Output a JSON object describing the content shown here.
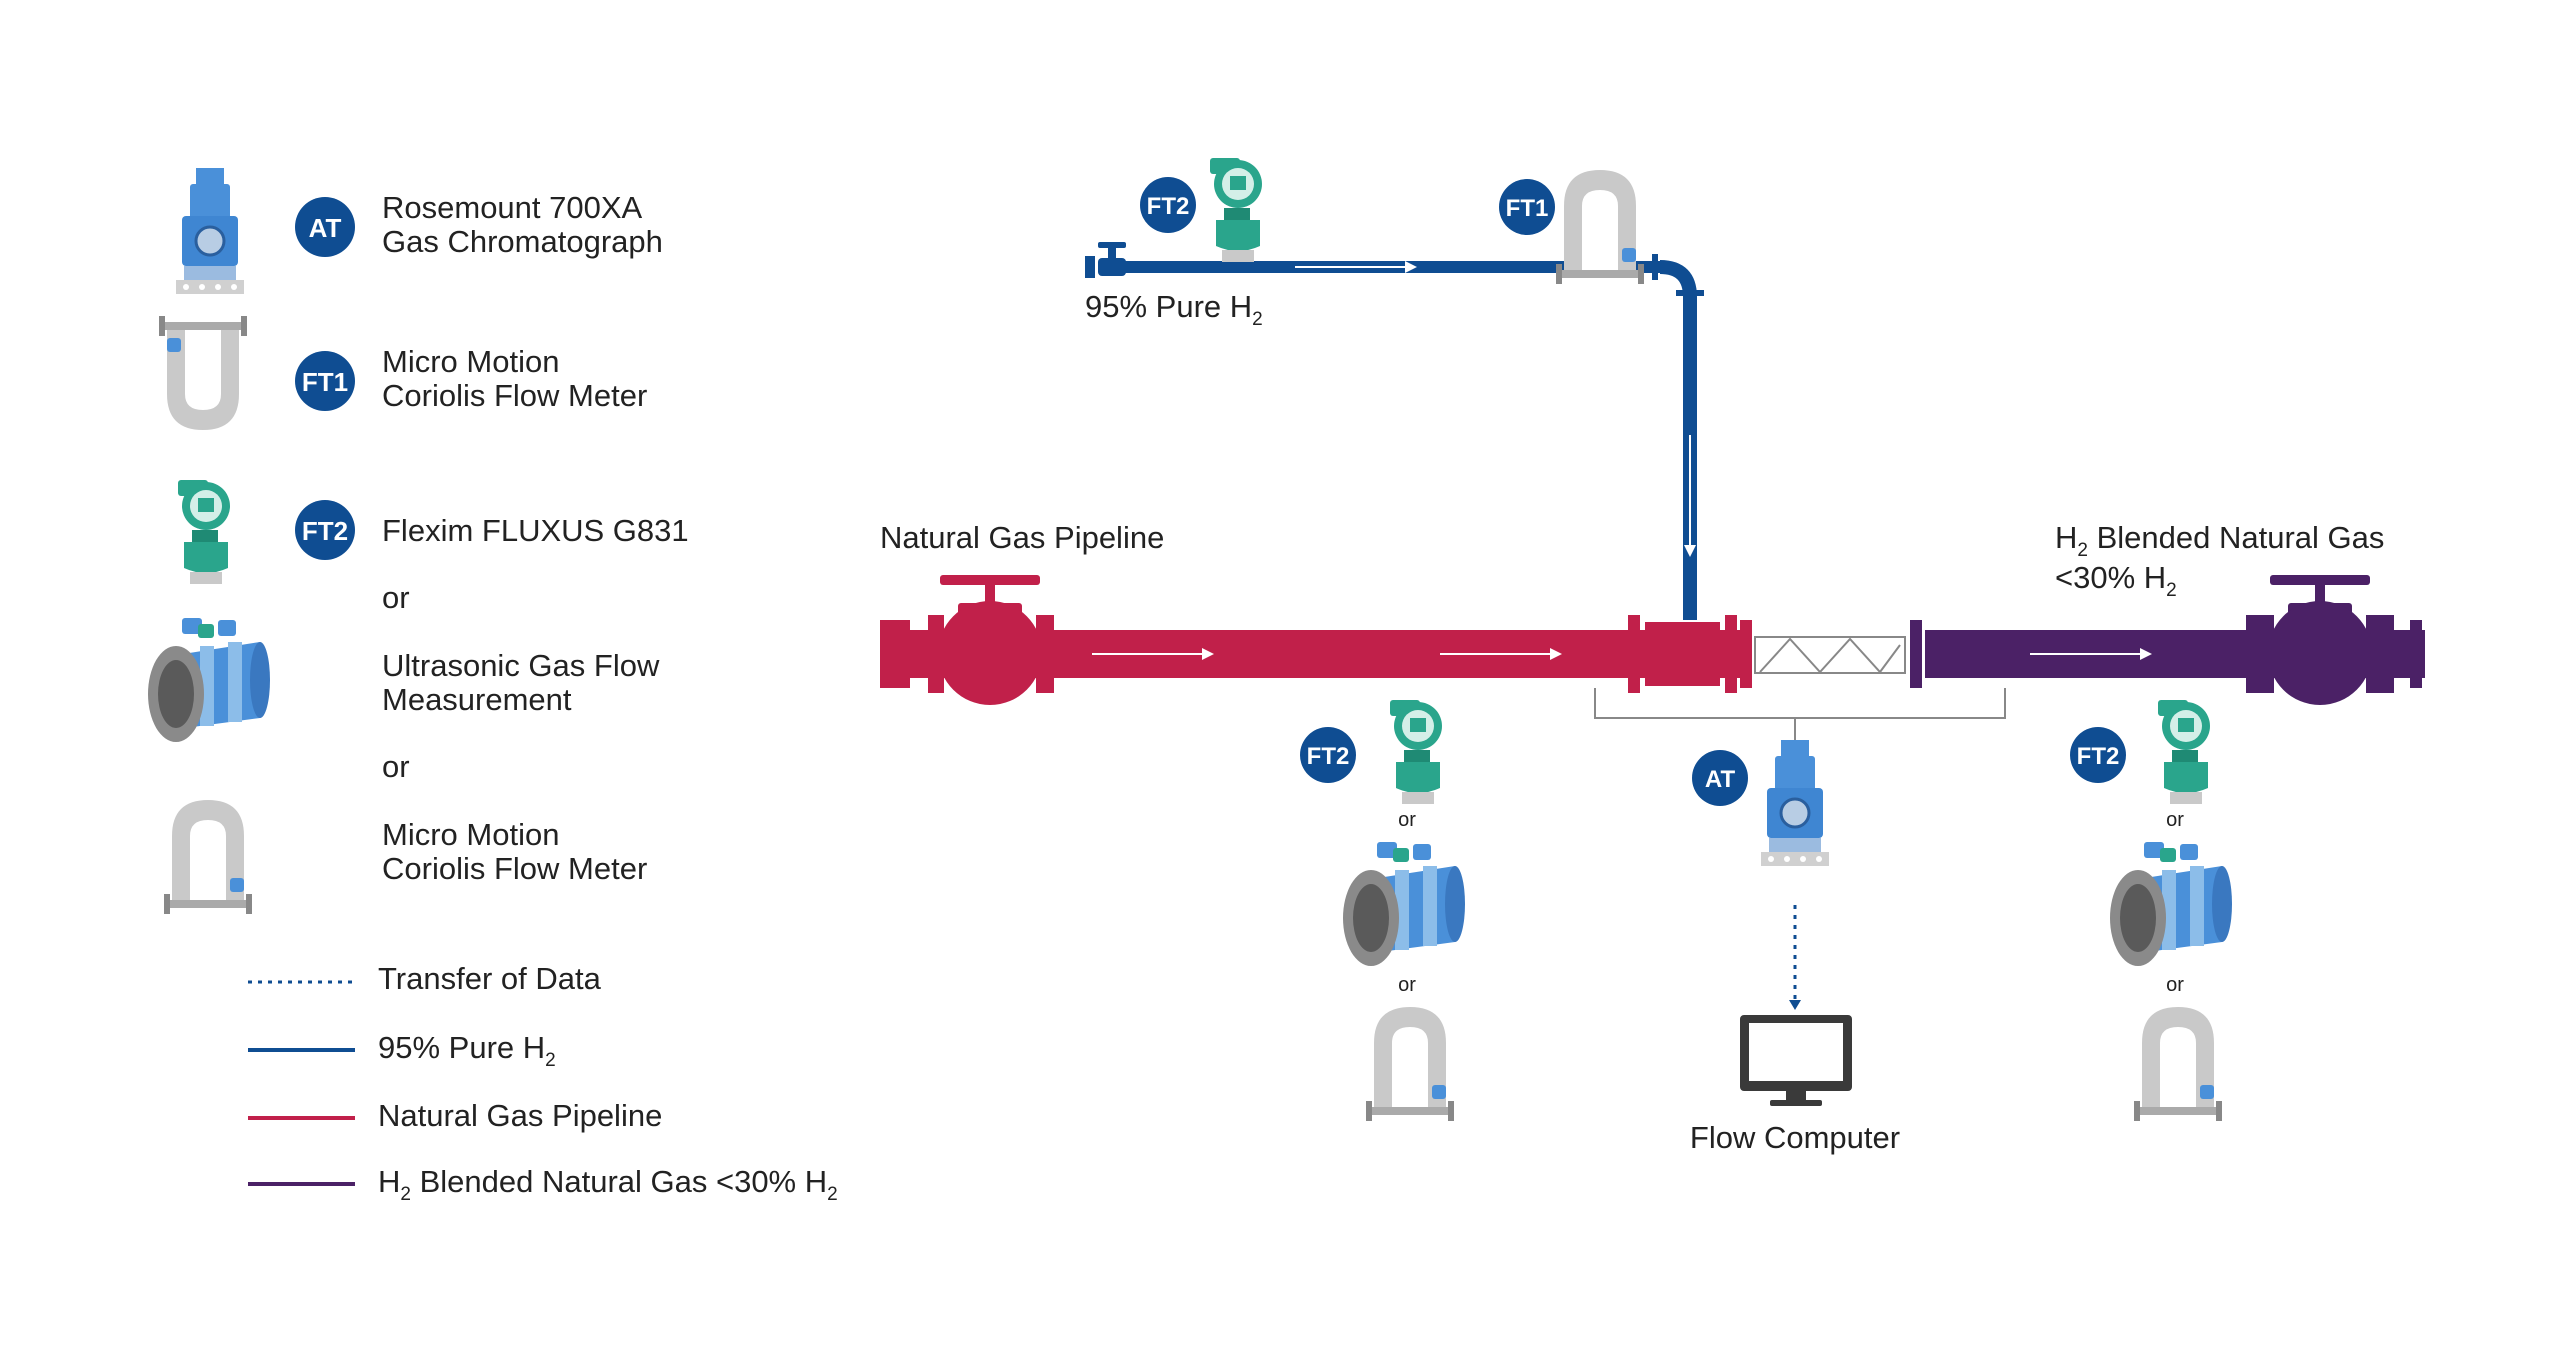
{
  "colors": {
    "h2_blue": "#0f4d92",
    "natural_gas_red": "#c1204a",
    "blended_purple": "#4b2166",
    "badge_blue": "#0f4d92",
    "device_light_blue": "#4a90d9",
    "device_teal": "#2aa58c",
    "device_gray": "#c9c9c9"
  },
  "legend": {
    "devices": [
      {
        "tag": "AT",
        "line1": "Rosemount 700XA",
        "line2": "Gas Chromatograph",
        "icon": "gas-chromatograph-icon"
      },
      {
        "tag": "FT1",
        "line1": "Micro Motion",
        "line2": "Coriolis Flow Meter",
        "icon": "coriolis-meter-icon"
      },
      {
        "tag": "FT2",
        "line1": "Flexim FLUXUS G831",
        "icon": "flexim-transmitter-icon"
      }
    ],
    "or_1": "or",
    "ultrasonic_line1": "Ultrasonic Gas Flow",
    "ultrasonic_line2": "Measurement",
    "or_2": "or",
    "coriolis_line1": "Micro Motion",
    "coriolis_line2": "Coriolis Flow Meter",
    "lines": {
      "data": "Transfer of Data",
      "h2_prefix": "95% Pure H",
      "h2_sub": "2",
      "natural_gas": "Natural Gas Pipeline",
      "blended_h": "H",
      "blended_sub1": "2",
      "blended_mid": " Blended Natural Gas <30% H",
      "blended_sub2": "2"
    }
  },
  "diagram": {
    "h2_label_prefix": "95% Pure H",
    "h2_label_sub": "2",
    "natural_gas_label": "Natural Gas Pipeline",
    "blended_label_h": "H",
    "blended_label_sub": "2",
    "blended_label_rest": " Blended Natural Gas",
    "blended_label2_prefix": "<30% H",
    "blended_label2_sub": "2",
    "tag_ft2": "FT2",
    "tag_ft1": "FT1",
    "tag_at": "AT",
    "or": "or",
    "flow_computer": "Flow Computer"
  }
}
